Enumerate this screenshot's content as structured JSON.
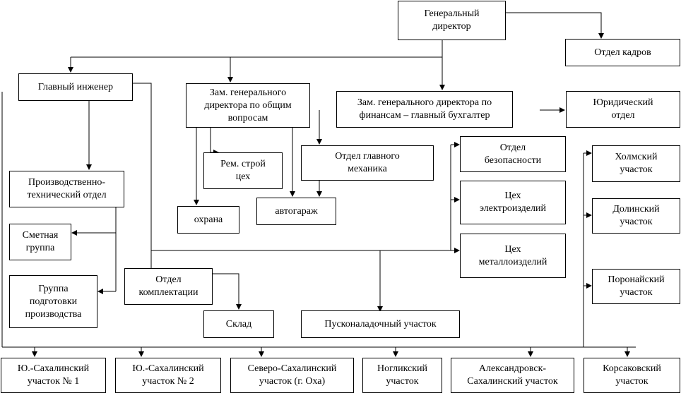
{
  "nodes": {
    "gen_dir": "Генеральный\nдиректор",
    "hr": "Отдел кадров",
    "chief_eng": "Главный инженер",
    "dep_general": "Зам. генерального\nдиректора по общим\nвопросам",
    "dep_finance": "Зам. генерального директора по\nфинансам – главный бухгалтер",
    "legal": "Юридический\nотдел",
    "pto": "Производственно-\nтехнический отдел",
    "repair": "Рем. строй\nцех",
    "chief_mech": "Отдел главного\nмеханика",
    "security_dept": "Отдел\nбезопасности",
    "guard": "охрана",
    "garage": "автогараж",
    "electro": "Цех\nэлектроизделий",
    "metal": "Цех\nметаллоизделий",
    "estimate": "Сметная\nгруппа",
    "prep": "Группа\nподготовки\nпроизводства",
    "complect": "Отдел\nкомплектации",
    "warehouse": "Склад",
    "commissioning": "Пусконаладочный участок",
    "kholmsk": "Холмский\nучасток",
    "dolinsk": "Долинский\nучасток",
    "poronaysk": "Поронайский\nучасток",
    "ys1": "Ю.-Сахалинский\nучасток № 1",
    "ys2": "Ю.-Сахалинский\nучасток № 2",
    "north": "Северо-Сахалинский\nучасток (г. Оха)",
    "nogliki": "Ногликский\nучасток",
    "alex": "Александровск-\nСахалинский участок",
    "korsakov": "Корсаковский\nучасток"
  }
}
